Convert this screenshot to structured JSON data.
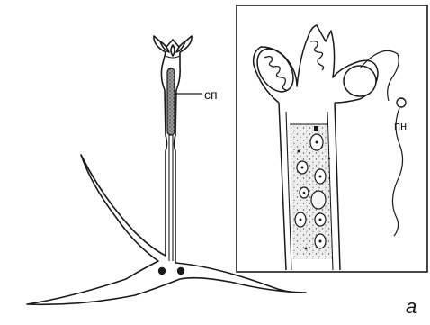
{
  "labels": {
    "sp": "сп",
    "pn": "пн",
    "panel": "а"
  },
  "colors": {
    "background": "#ffffff",
    "ink": "#1a1a1a",
    "fill_dark": "#8a8a8a",
    "fill_light": "#e8e8e8"
  }
}
